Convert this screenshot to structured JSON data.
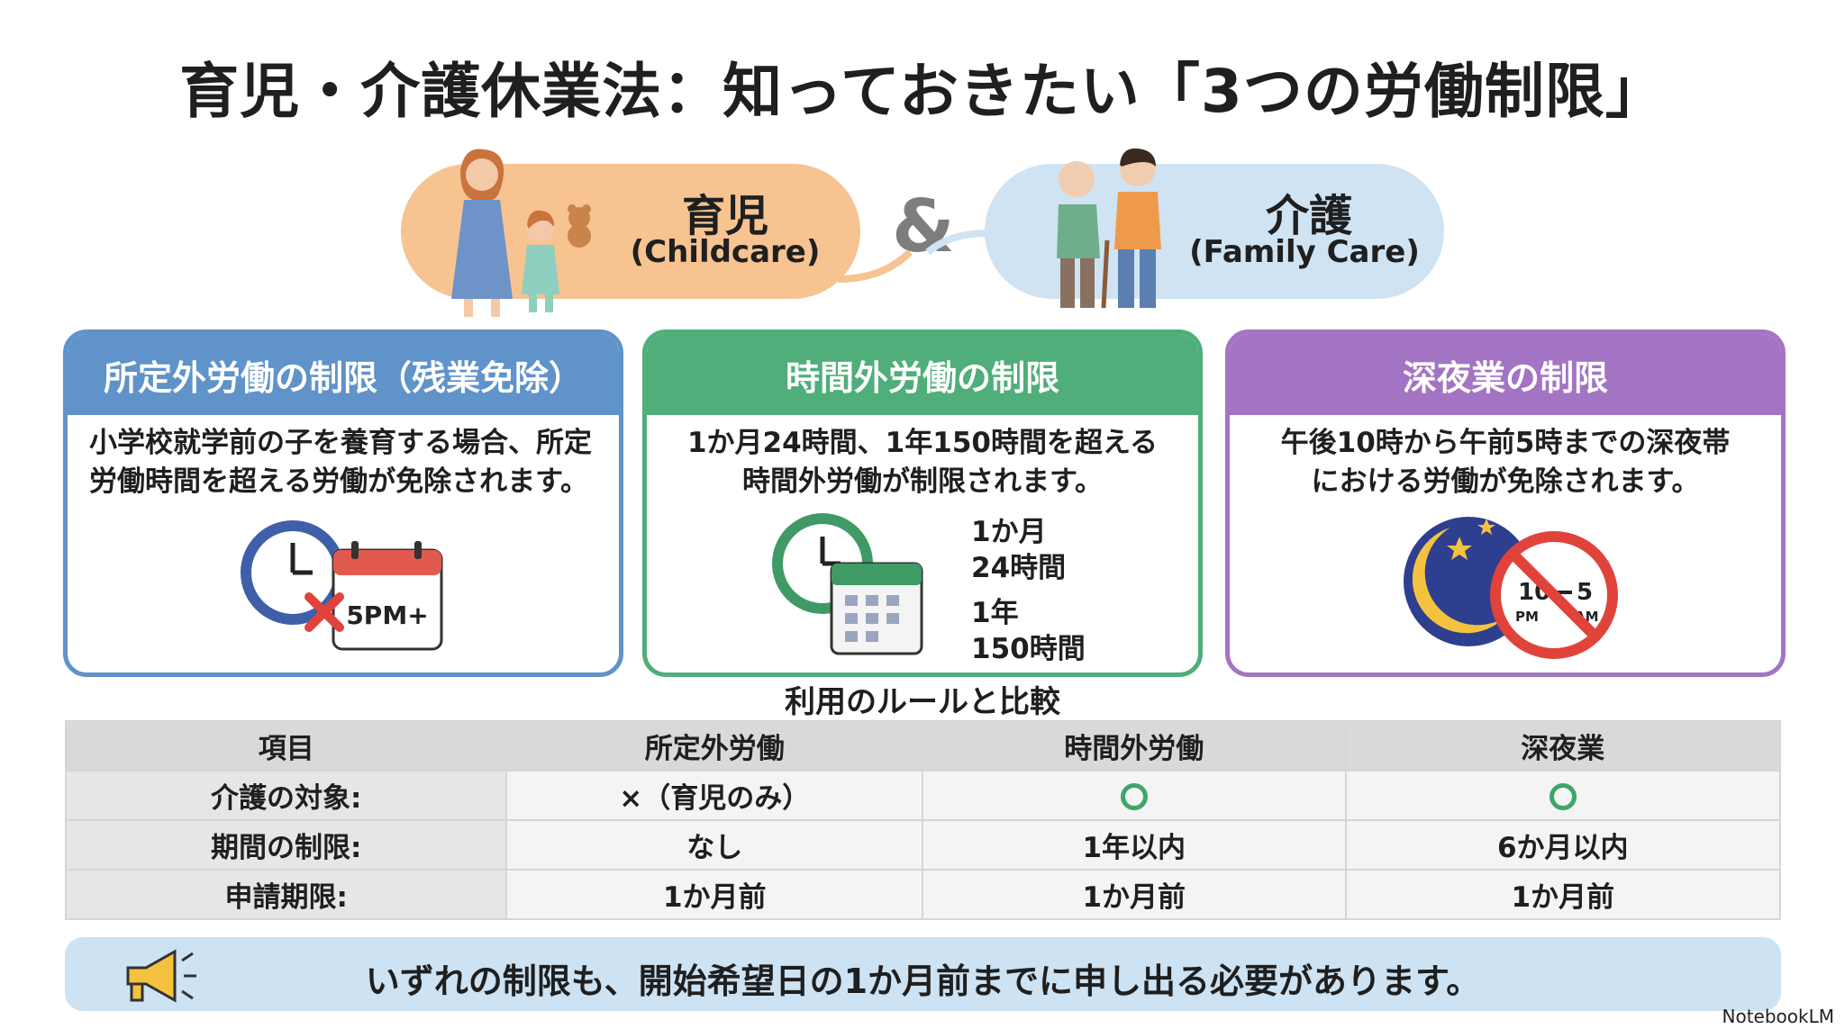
{
  "title": "育児・介護休業法：知っておきたい「3つの労働制限」",
  "hero": {
    "childcare_title": "育児",
    "childcare_sub": "(Childcare)",
    "amp": "&",
    "care_title": "介護",
    "care_sub": "(Family Care)"
  },
  "cards": [
    {
      "heading": "所定外労働の制限（残業免除）",
      "body_line1": "小学校就学前の子を養育する場合、所定",
      "body_line2": "労働時間を超える労働が免除されます。",
      "icon_label": "5PM+"
    },
    {
      "heading": "時間外労働の制限",
      "body_line1": "1か月24時間、1年150時間を超える",
      "body_line2": "時間外労働が制限されます。",
      "limit1_a": "1か月",
      "limit1_b": "24時間",
      "limit2_a": "1年",
      "limit2_b": "150時間"
    },
    {
      "heading": "深夜業の制限",
      "body_line1": "午後10時から午前5時までの深夜帯",
      "body_line2": "における労働が免除されます。",
      "sign_left": "10",
      "sign_left_sub": "PM",
      "sign_right": "5",
      "sign_right_sub": "AM"
    }
  ],
  "table": {
    "caption": "利用のルールと比較",
    "headers": [
      "項目",
      "所定外労働",
      "時間外労働",
      "深夜業"
    ],
    "rows": [
      {
        "label": "介護の対象:",
        "c1": "×（育児のみ）",
        "c2": "○",
        "c3": "○"
      },
      {
        "label": "期間の制限:",
        "c1": "なし",
        "c2": "1年以内",
        "c3": "6か月以内"
      },
      {
        "label": "申請期限:",
        "c1": "1か月前",
        "c2": "1か月前",
        "c3": "1か月前"
      }
    ]
  },
  "banner": {
    "text": "いずれの制限も、開始希望日の1か月前までに申し出る必要があります。"
  },
  "brand": "NotebookLM",
  "colors": {
    "blue": "#5f93c9",
    "green": "#4fae79",
    "purple": "#a374c3",
    "orange": "#f6c391",
    "light_blue": "#cfe3f3"
  }
}
